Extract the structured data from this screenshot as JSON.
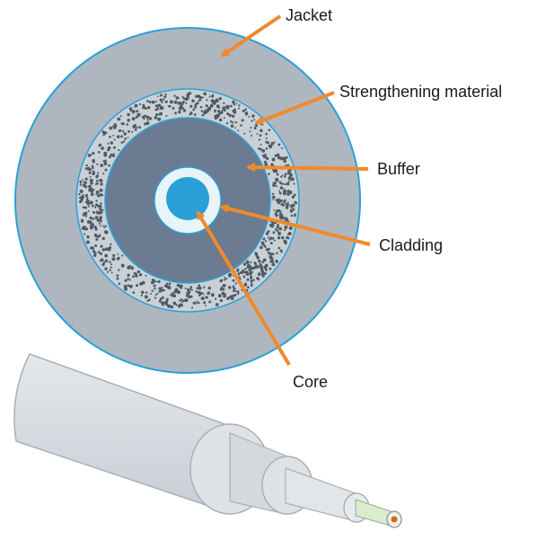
{
  "labels": {
    "jacket": "Jacket",
    "strengthening": "Strengthening material",
    "buffer": "Buffer",
    "cladding": "Cladding",
    "core": "Core"
  },
  "colors": {
    "jacket": "#aeb7bf",
    "jacket_outline": "#2aa0d8",
    "strengthening_bg": "#c9d1d7",
    "strengthening_dots": "#4f5a63",
    "buffer": "#6b7b92",
    "cladding": "#e8f4f8",
    "core": "#2aa0d8",
    "arrow": "#f08a2c",
    "cable_jacket": "#d8dde2",
    "cable_edge": "#a9b0b6",
    "fiber_coating": "#d9ecd0",
    "fiber_core": "#d2691e"
  }
}
